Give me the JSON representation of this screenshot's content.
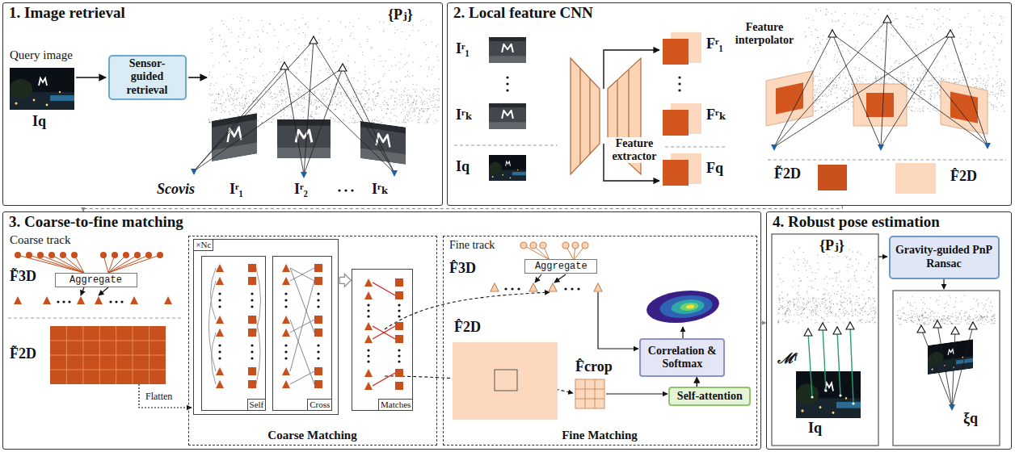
{
  "diagram": {
    "nodes": [
      {
        "text": [
          "1. Image retrieval"
        ]
      },
      {
        "text": [
          "Sensor-guided retrieval"
        ],
        "in": 0
      },
      {
        "text": [
          "2. Local feature CNN"
        ]
      },
      {
        "text": [
          "3. Coarse-to-fine matching"
        ]
      },
      {
        "text": [
          "Aggregate"
        ],
        "in": 3
      },
      {
        "text": [
          "Coarse Matching"
        ],
        "in": 3
      },
      {
        "text": [
          "×Nc"
        ],
        "in": 5
      },
      {
        "text": [
          "Self"
        ],
        "in": 6
      },
      {
        "text": [
          "Cross"
        ],
        "in": 6
      },
      {
        "text": [
          "Matches"
        ],
        "in": 5
      },
      {
        "text": [
          "Fine Matching"
        ],
        "in": 3
      },
      {
        "text": [
          "Aggregate"
        ],
        "in": 10
      },
      {
        "text": [
          "Correlation & Softmax"
        ],
        "in": 10
      },
      {
        "text": [
          "Self-attention"
        ],
        "in": 10
      },
      {
        "text": [
          "4. Robust pose estimation"
        ]
      },
      {
        "text": [
          "Gravity-guided PnP Ransac"
        ],
        "in": 14
      }
    ],
    "edges": [
      {
        "from": 2,
        "to": 3,
        "arrow": "to"
      },
      {
        "from": 6,
        "to": 9,
        "arrow": "to"
      },
      {
        "from": 13,
        "to": 12,
        "arrow": "to"
      },
      {
        "from": 3,
        "to": 14,
        "arrow": "to"
      }
    ],
    "labels": [
      "Query image",
      "Iq",
      "{Pⱼ}",
      "Scovis",
      "Iʳ₁",
      "Iʳ₂",
      "Iʳₖ",
      "Iʳ₁",
      "Iʳₖ",
      "Iq",
      "Feature extractor",
      "Fʳ₁",
      "Fʳₖ",
      "Fq",
      "Feature interpolator",
      "F̃2D",
      "F̂2D",
      "Coarse track",
      "F̃3D",
      "F̃2D",
      "Flatten",
      "Fine track",
      "F̂3D",
      "F̂2D",
      "F̂crop",
      "{Pⱼ}",
      "ℳᶠ",
      "Iq",
      "ξq"
    ]
  }
}
